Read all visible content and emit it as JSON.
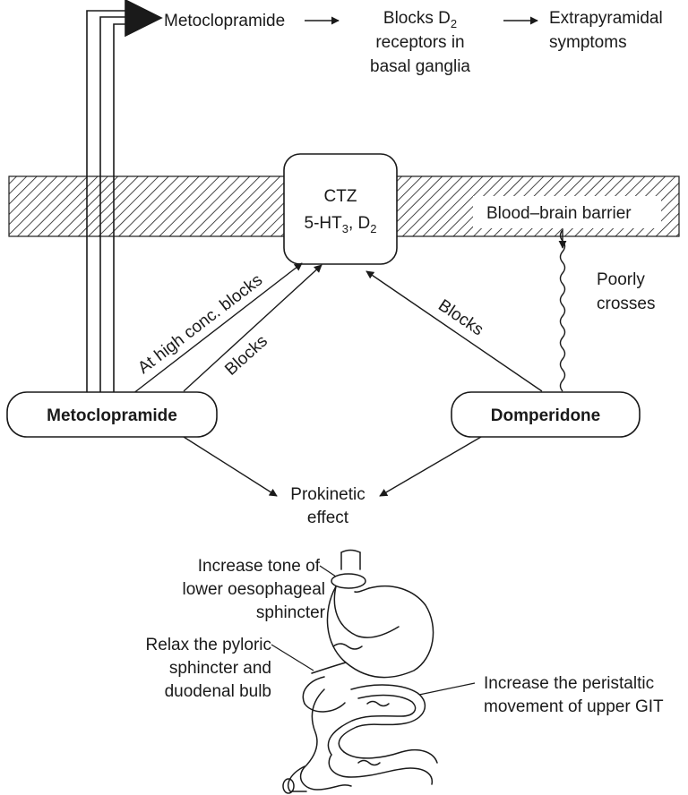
{
  "top_chain": {
    "drug": "Metoclopramide",
    "step1": {
      "line1": "Blocks D",
      "sub": "2",
      "line2": "receptors in",
      "line3": "basal ganglia"
    },
    "step2": {
      "line1": "Extrapyramidal",
      "line2": "symptoms"
    }
  },
  "ctz": {
    "title": "CTZ",
    "line2_a": "5-HT",
    "line2_sub1": "3",
    "line2_b": ", D",
    "line2_sub2": "2"
  },
  "barrier": {
    "label": "Blood–brain barrier"
  },
  "poorly_crosses": {
    "line1": "Poorly",
    "line2": "crosses"
  },
  "arrows": {
    "high_conc": "At high conc. blocks",
    "meto_blocks": "Blocks",
    "dom_blocks": "Blocks"
  },
  "metoclopramide_box": {
    "label": "Metoclopramide"
  },
  "domperidone_box": {
    "label": "Domperidone"
  },
  "prokinetic": {
    "line1": "Prokinetic",
    "line2": "effect"
  },
  "gi_effects": {
    "les": {
      "line1": "Increase tone of",
      "line2": "lower oesophageal",
      "line3": "sphincter"
    },
    "pylorus": {
      "line1": "Relax the pyloric",
      "line2": "sphincter and",
      "line3": "duodenal bulb"
    },
    "peristalsis": {
      "line1": "Increase the peristaltic",
      "line2": "movement of upper GIT"
    }
  }
}
